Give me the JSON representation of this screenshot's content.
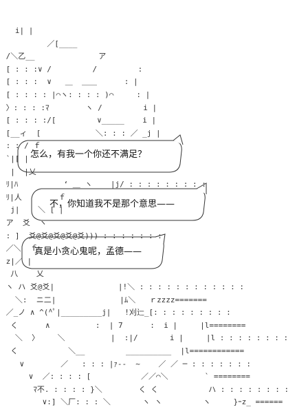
{
  "art_lines": [
    "   i| |",
    "          ／[____   ",
    " /＼乙__              ア",
    " [ : : :∨ /         /         :",
    " [ : : :  ∨   ＿  ＿＿      : |",
    " [ : : : : |⌒ヽ: : : : )⌒     : |",
    " 〉: : : :ﾏ        ヽ /         i |",
    " [ : : : :/[         ∨_____    i |",
    " [__ィ  [            ＼: : : ／ _j |",
    " : : / ｆ",
    " `|[ |",
    "  |  |乂",
    " ﾘ|ﾊ          ‘ ＿ ヽ    |j/ : : : : : : : : :",
    " ﾘ|人        ｆ",
    "  j|    ＼ [ |",
    " ア  爻  ヽ",
    " : ]  爻@爻@爻@爻@爻))) : : : : : : :",
    " ／＼  ｆ",
    " z|／ |",
    "  八    乂",
    " ヽ ハ 爻@爻|              |!＼ : : : : : : : : : : : :",
    "   ＼:  ニ二|              |ﾑ＼   ｒzzzz=======",
    " ／_ノ ∧ ^(^ﾟ|_________j|   !刈辷_[: : : : : : : : :",
    "  く      ∧          :  | 7      :  i |     |l========",
    "   ＼  〉    ＼          |  :|/       i |     |l : : : : : : : :",
    "  く           ＼__         __________  |l============",
    "    ∨        ／   : : : |ｧ-‐  ~    ／ ／ ─ : : : : : : :",
    "      ∨  ／: : : : [           ／／⌒＼        ` ========",
    "       ﾏ不. : : : : }＼        く く           ハ : : : : : : : :",
    "         ∨:] ＼厂: : : ＼       ヽ ヽ         ヽ     }ｰz_ ======"
  ],
  "bubbles": [
    {
      "text": "怎么，有我一个你还不满足？"
    },
    {
      "text": "不，你知道我不是那个意思——"
    },
    {
      "text": "真是小贪心鬼呢，孟德——"
    }
  ]
}
